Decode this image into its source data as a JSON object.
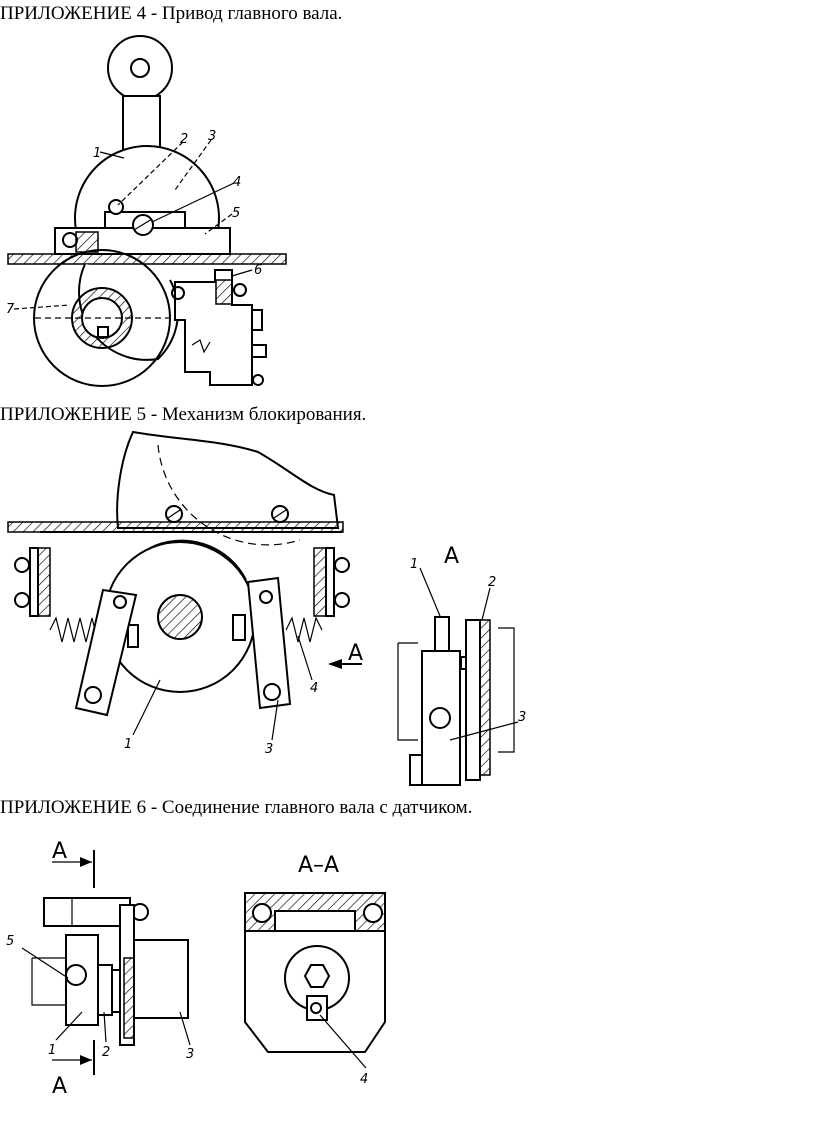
{
  "captions": {
    "app4": "ПРИЛОЖЕНИЕ 4 - Привод главного вала.",
    "app5": "ПРИЛОЖЕНИЕ 5 - Механизм блокирования.",
    "app6": "ПРИЛОЖЕНИЕ 6 - Соединение главного вала с датчиком."
  },
  "figure4": {
    "labels": [
      "1",
      "2",
      "3",
      "4",
      "5",
      "6",
      "7"
    ]
  },
  "figure5": {
    "labels": [
      "1",
      "3",
      "4",
      "1",
      "2",
      "3"
    ],
    "view_mark": "A",
    "arrow_mark": "A"
  },
  "figure6": {
    "labels": [
      "5",
      "1",
      "2",
      "3",
      "4"
    ],
    "section_marks": [
      "A",
      "A"
    ],
    "section_title": "А–А"
  }
}
